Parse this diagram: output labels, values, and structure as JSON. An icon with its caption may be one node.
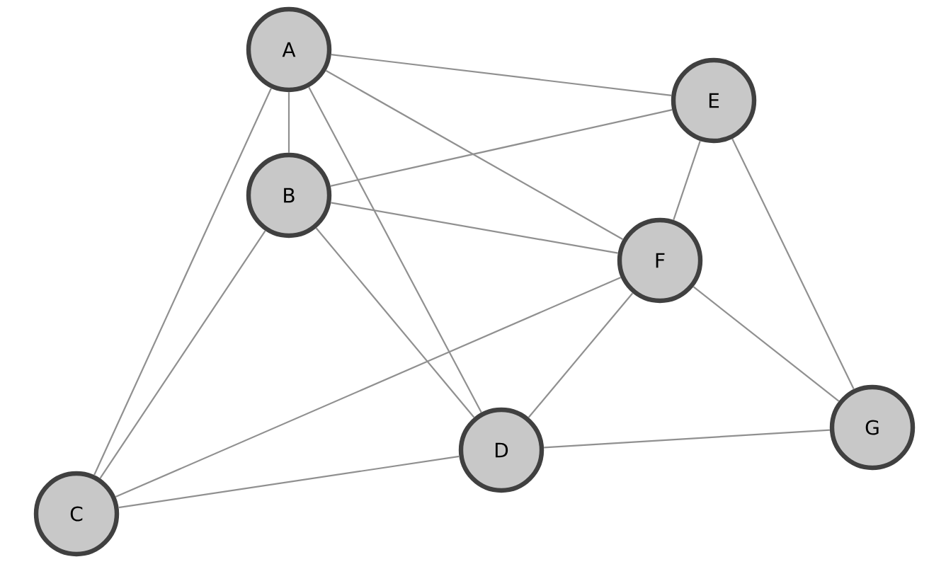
{
  "diagram": {
    "nodes": [
      {
        "text": [
          "A"
        ]
      },
      {
        "text": [
          "B"
        ]
      },
      {
        "text": [
          "C"
        ]
      },
      {
        "text": [
          "D"
        ]
      },
      {
        "text": [
          "E"
        ]
      },
      {
        "text": [
          "F"
        ]
      },
      {
        "text": [
          "G"
        ]
      }
    ],
    "edges": [
      {
        "from": 0,
        "to": 1,
        "arrow": "none"
      },
      {
        "from": 0,
        "to": 4,
        "arrow": "none"
      },
      {
        "from": 0,
        "to": 5,
        "arrow": "none"
      },
      {
        "from": 0,
        "to": 3,
        "arrow": "none"
      },
      {
        "from": 0,
        "to": 2,
        "arrow": "none"
      },
      {
        "from": 1,
        "to": 4,
        "arrow": "none"
      },
      {
        "from": 1,
        "to": 5,
        "arrow": "none"
      },
      {
        "from": 1,
        "to": 3,
        "arrow": "none"
      },
      {
        "from": 1,
        "to": 2,
        "arrow": "none"
      },
      {
        "from": 4,
        "to": 5,
        "arrow": "none"
      },
      {
        "from": 4,
        "to": 6,
        "arrow": "none"
      },
      {
        "from": 5,
        "to": 3,
        "arrow": "none"
      },
      {
        "from": 5,
        "to": 6,
        "arrow": "none"
      },
      {
        "from": 5,
        "to": 2,
        "arrow": "none"
      },
      {
        "from": 2,
        "to": 3,
        "arrow": "none"
      },
      {
        "from": 3,
        "to": 6,
        "arrow": "none"
      }
    ]
  }
}
